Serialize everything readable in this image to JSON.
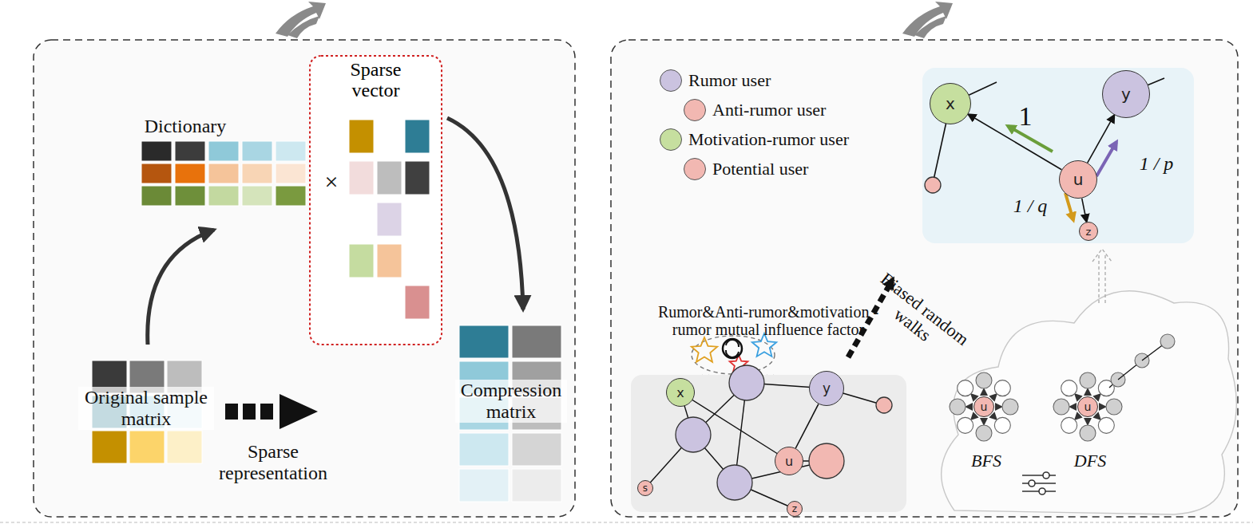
{
  "diagram": {
    "nodes": [
      {
        "text": [
          "Sparse vector"
        ]
      },
      {
        "text": [
          "x"
        ]
      },
      {
        "text": [
          "y"
        ]
      },
      {
        "text": [
          "u"
        ]
      },
      {
        "text": [
          "z"
        ]
      },
      {
        "text": [
          "x"
        ]
      },
      {
        "text": [
          "y"
        ]
      },
      {
        "text": [
          "u"
        ]
      },
      {
        "text": [
          "s"
        ]
      },
      {
        "text": [
          "z"
        ]
      },
      {
        "text": [
          "u"
        ]
      },
      {
        "text": [
          "u"
        ]
      }
    ],
    "edges": [
      {
        "from": 3,
        "to": 1,
        "arrow": "to",
        "label": "1"
      },
      {
        "from": 3,
        "to": 2,
        "arrow": "to",
        "label": "1 / p"
      },
      {
        "from": 3,
        "to": 4,
        "arrow": "to",
        "label": "1 / q"
      },
      {
        "from": 7,
        "to": 6,
        "arrow": "none"
      }
    ],
    "labels": [
      "Dictionary",
      "×",
      "Original sample matrix",
      "Sparse representation",
      "Compression matrix",
      "Rumor&Anti-rumor&motivation -rumor mutual influence factor",
      "Biased random walks",
      "BFS",
      "DFS"
    ],
    "legend": [
      {
        "text": "Rumor user",
        "color": "#cbc3e0"
      },
      {
        "text": "Anti-rumor user",
        "color": "#f2b8b2"
      },
      {
        "text": "Motivation-rumor user",
        "color": "#c6df9f"
      },
      {
        "text": "Potential user",
        "color": "#f2b8b2"
      }
    ]
  }
}
